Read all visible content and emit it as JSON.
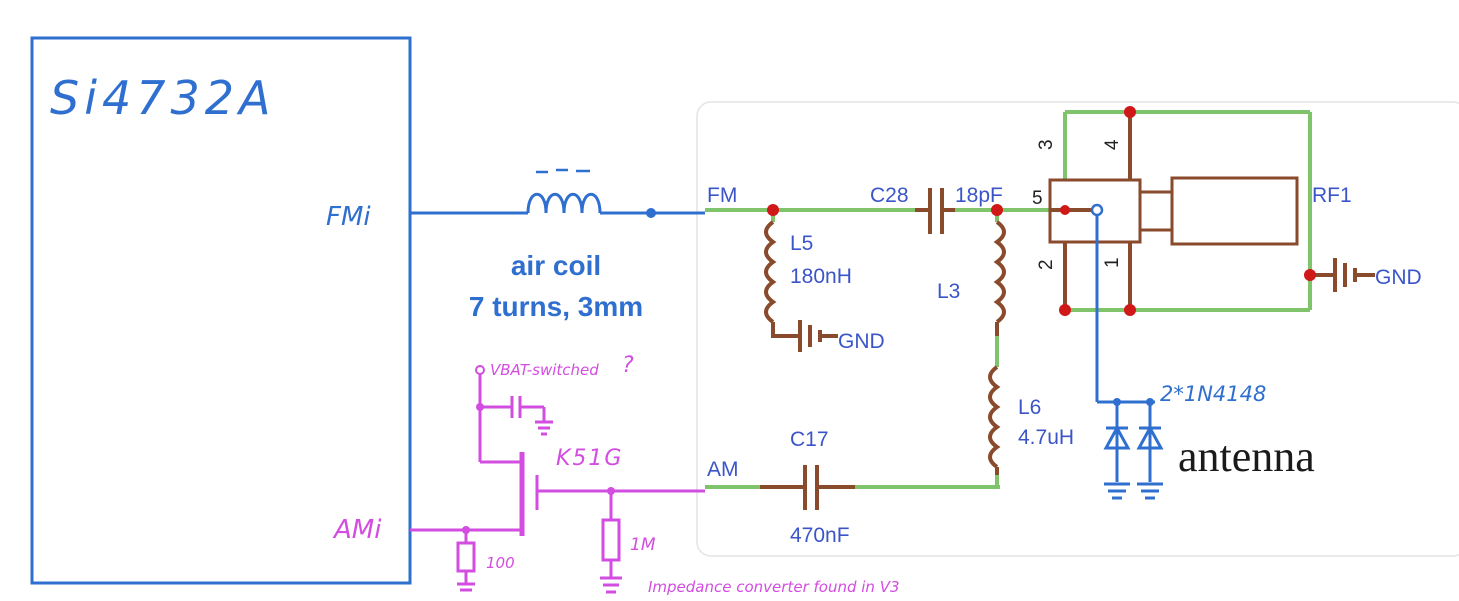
{
  "colors": {
    "blue": "#2f6fcf",
    "wire_green": "#7fc46a",
    "comp_brown": "#8a4a2c",
    "node_red": "#d01818",
    "magenta": "#d24de0",
    "schematic_label": "#3b55c8",
    "panel_border": "#e4e4e4"
  },
  "chip": {
    "name": "Si4732A",
    "pins": {
      "fm": "FMi",
      "am": "AMi"
    }
  },
  "air_coil": {
    "line1": "air coil",
    "line2": "7 turns, 3mm"
  },
  "schematic": {
    "nets": {
      "fm": "FM",
      "am": "AM"
    },
    "components": {
      "c28": {
        "ref": "C28",
        "value": "18pF"
      },
      "l5": {
        "ref": "L5",
        "value": "180nH"
      },
      "l3": {
        "ref": "L3"
      },
      "l6": {
        "ref": "L6",
        "value": "4.7uH"
      },
      "c17": {
        "ref": "C17",
        "value": "470nF"
      },
      "rf1": {
        "ref": "RF1",
        "pins": [
          "3",
          "4",
          "5",
          "2",
          "1"
        ]
      }
    },
    "gnd": [
      "GND",
      "GND"
    ]
  },
  "mods": {
    "vbat": "VBAT-switched",
    "vbat_mark": "?",
    "fet": "K51G",
    "r_gate": "100",
    "r_drain": "1M",
    "diodes": "2*1N4148",
    "antenna": "antenna",
    "note": "Impedance converter found in V3"
  }
}
